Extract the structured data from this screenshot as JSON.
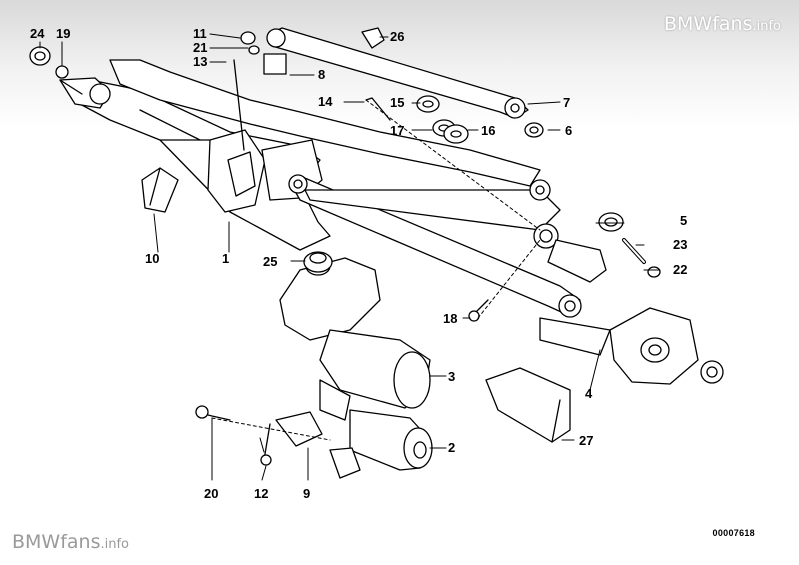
{
  "watermark": {
    "brand": "BMWfans",
    "suffix": ".info"
  },
  "document_number": "00007618",
  "callouts": {
    "c1": "1",
    "c2": "2",
    "c3": "3",
    "c4": "4",
    "c5": "5",
    "c6": "6",
    "c7": "7",
    "c8": "8",
    "c9": "9",
    "c10": "10",
    "c11": "11",
    "c12": "12",
    "c13": "13",
    "c14": "14",
    "c15": "15",
    "c16": "16",
    "c17": "17",
    "c18": "18",
    "c19": "19",
    "c20": "20",
    "c21": "21",
    "c22": "22",
    "c23": "23",
    "c24": "24",
    "c25": "25",
    "c26": "26",
    "c27": "27"
  }
}
